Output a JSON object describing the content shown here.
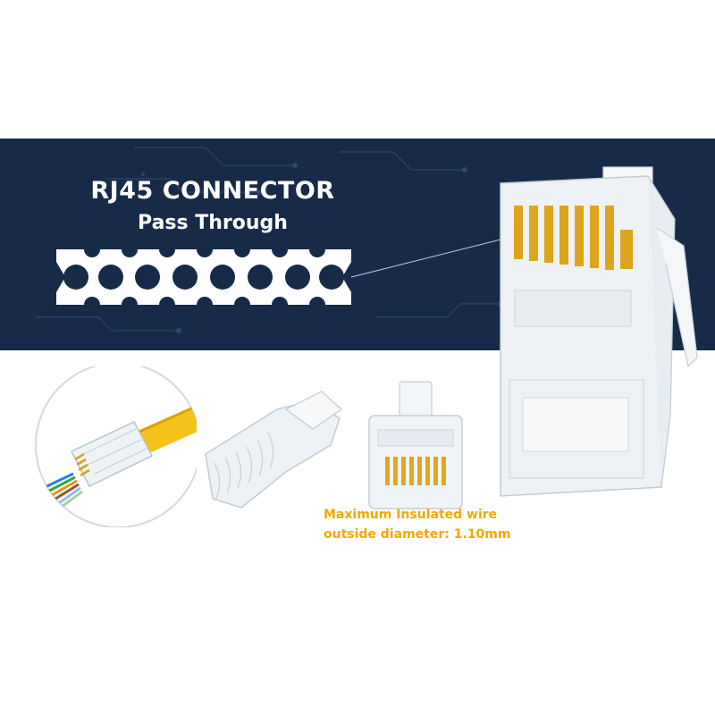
{
  "banner": {
    "title": "RJ45 CONNECTOR",
    "subtitle": "Pass Through",
    "background_color": "#172a48",
    "hole_count": 8
  },
  "caption": {
    "line1": "Maximum Insulated wire",
    "line2_label": "outside diameter:",
    "line2_value": "1.10mm",
    "color": "#f2a900"
  },
  "products": [
    {
      "name": "crimped-cable-closeup",
      "icon": "cable-with-connector"
    },
    {
      "name": "strain-relief-boot",
      "icon": "boot"
    },
    {
      "name": "rj45-plug-small",
      "icon": "rj45-plug"
    },
    {
      "name": "rj45-plug-large",
      "icon": "rj45-plug"
    }
  ]
}
